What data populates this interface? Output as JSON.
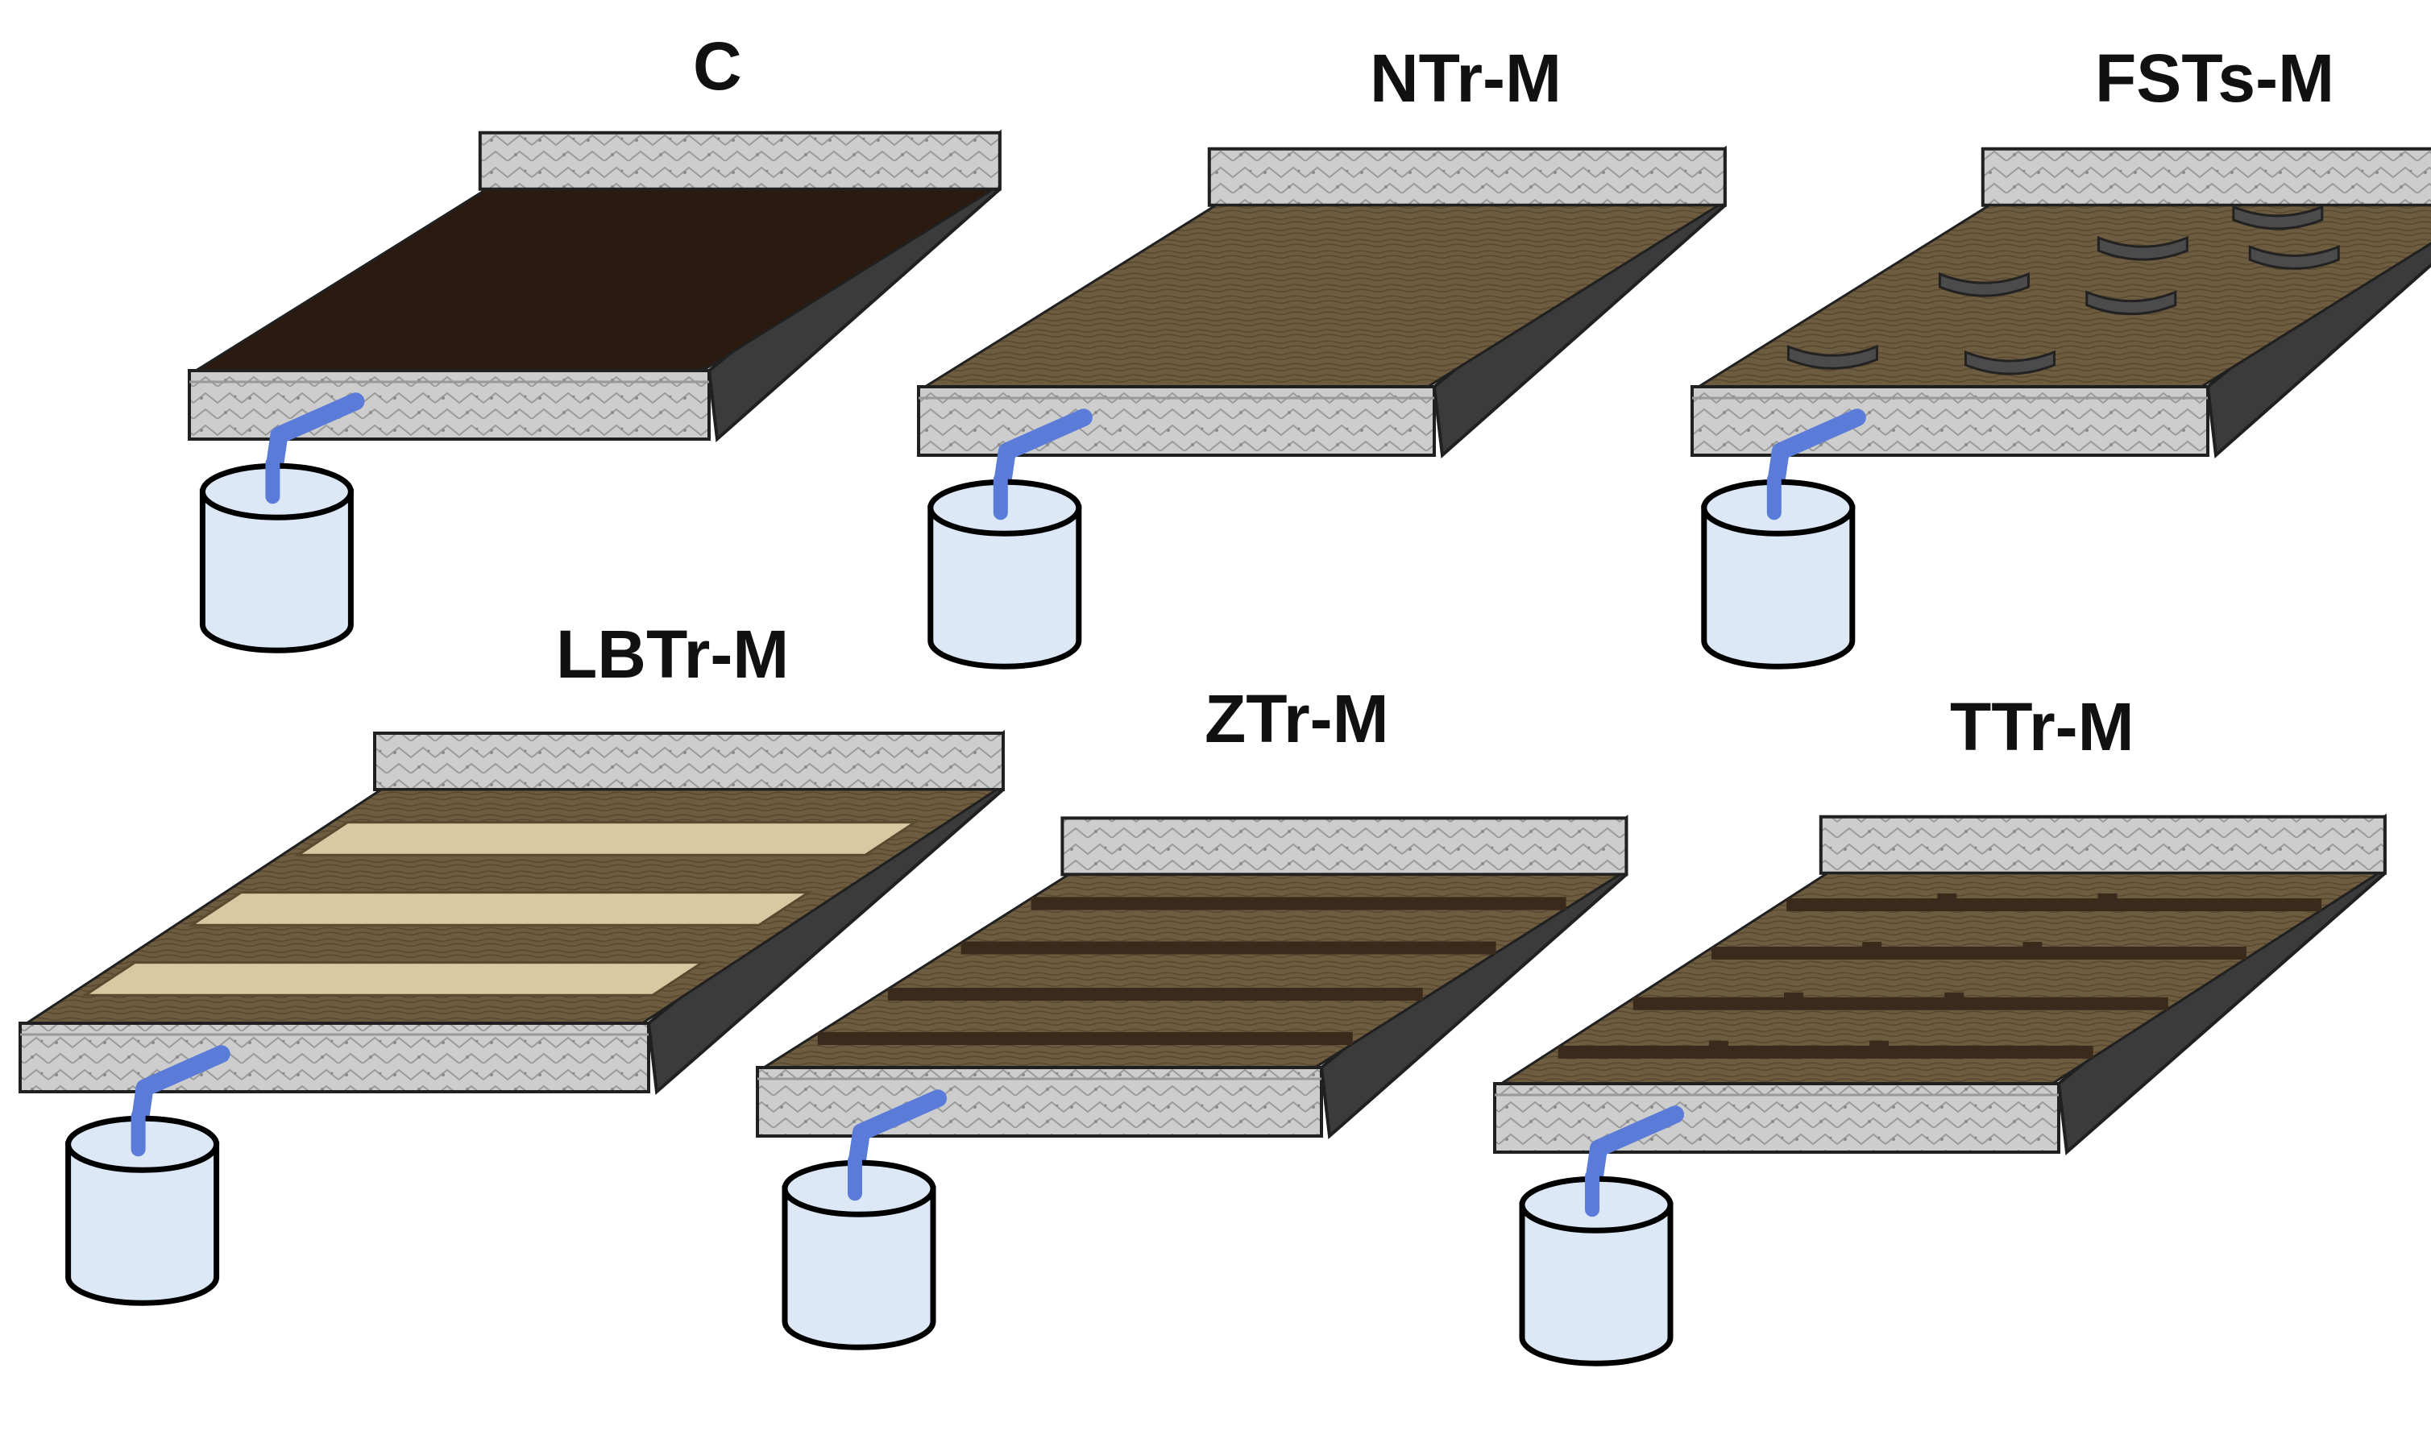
{
  "panels": [
    {
      "label": "C",
      "surface": "bare",
      "surface_color": "#2a1a10"
    },
    {
      "label": "NTr-M",
      "surface": "mulch",
      "surface_color": "#6b5a3e"
    },
    {
      "label": "FSTs-M",
      "surface": "mulch-with-arcs",
      "surface_color": "#6b5a3e"
    },
    {
      "label": "LBTr-M",
      "surface": "wide-bands",
      "surface_color": "#3a2a1c"
    },
    {
      "label": "ZTr-M",
      "surface": "narrow-bands",
      "surface_color": "#6b5a3e"
    },
    {
      "label": "TTr-M",
      "surface": "tied-bands",
      "surface_color": "#6b5a3e"
    }
  ],
  "colors": {
    "frame_side": "#3b3b3b",
    "frame_front": "#c8c8c8",
    "frame_stroke": "#202020",
    "pipe": "#5b7bd8",
    "container_fill": "#dce8f6",
    "band_dark": "#3a2a1c",
    "band_light": "#d9c9a2",
    "arc": "#4b4b4b"
  },
  "icons": {
    "container": "collector-bucket-icon",
    "pipe": "drain-pipe-icon"
  }
}
